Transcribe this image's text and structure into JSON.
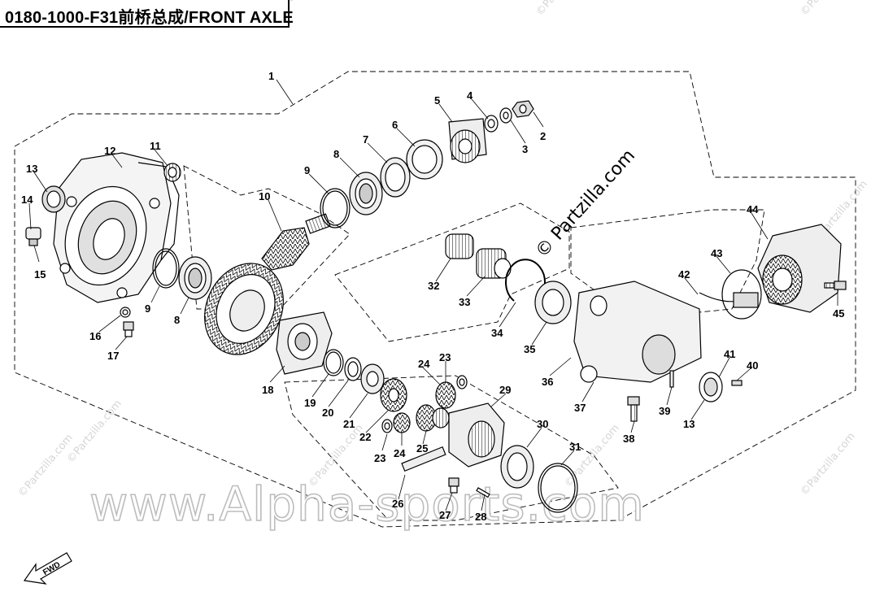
{
  "title": "0180-1000-F31前桥总成/FRONT AXLE",
  "watermark_main": "www.Alpha-sports.com",
  "watermark_partzilla": "© Partzilla.com",
  "watermark_corner": "©Partzilla.com",
  "fwd_label": "FWD",
  "parts": [
    {
      "id": "label-1",
      "num": "1"
    },
    {
      "id": "label-2",
      "num": "2"
    },
    {
      "id": "label-3",
      "num": "3"
    },
    {
      "id": "label-4",
      "num": "4"
    },
    {
      "id": "label-5",
      "num": "5"
    },
    {
      "id": "label-6",
      "num": "6"
    },
    {
      "id": "label-7",
      "num": "7"
    },
    {
      "id": "label-8a",
      "num": "8"
    },
    {
      "id": "label-8b",
      "num": "8"
    },
    {
      "id": "label-9a",
      "num": "9"
    },
    {
      "id": "label-9b",
      "num": "9"
    },
    {
      "id": "label-10",
      "num": "10"
    },
    {
      "id": "label-11",
      "num": "11"
    },
    {
      "id": "label-12",
      "num": "12"
    },
    {
      "id": "label-13a",
      "num": "13"
    },
    {
      "id": "label-13b",
      "num": "13"
    },
    {
      "id": "label-14",
      "num": "14"
    },
    {
      "id": "label-15",
      "num": "15"
    },
    {
      "id": "label-16",
      "num": "16"
    },
    {
      "id": "label-17",
      "num": "17"
    },
    {
      "id": "label-18",
      "num": "18"
    },
    {
      "id": "label-19",
      "num": "19"
    },
    {
      "id": "label-20",
      "num": "20"
    },
    {
      "id": "label-21",
      "num": "21"
    },
    {
      "id": "label-22",
      "num": "22"
    },
    {
      "id": "label-23a",
      "num": "23"
    },
    {
      "id": "label-23b",
      "num": "23"
    },
    {
      "id": "label-24a",
      "num": "24"
    },
    {
      "id": "label-24b",
      "num": "24"
    },
    {
      "id": "label-25",
      "num": "25"
    },
    {
      "id": "label-26",
      "num": "26"
    },
    {
      "id": "label-27",
      "num": "27"
    },
    {
      "id": "label-28",
      "num": "28"
    },
    {
      "id": "label-29",
      "num": "29"
    },
    {
      "id": "label-30",
      "num": "30"
    },
    {
      "id": "label-31",
      "num": "31"
    },
    {
      "id": "label-32",
      "num": "32"
    },
    {
      "id": "label-33",
      "num": "33"
    },
    {
      "id": "label-34",
      "num": "34"
    },
    {
      "id": "label-35",
      "num": "35"
    },
    {
      "id": "label-36",
      "num": "36"
    },
    {
      "id": "label-37",
      "num": "37"
    },
    {
      "id": "label-38",
      "num": "38"
    },
    {
      "id": "label-39",
      "num": "39"
    },
    {
      "id": "label-40",
      "num": "40"
    },
    {
      "id": "label-41",
      "num": "41"
    },
    {
      "id": "label-42",
      "num": "42"
    },
    {
      "id": "label-43",
      "num": "43"
    },
    {
      "id": "label-44",
      "num": "44"
    },
    {
      "id": "label-45",
      "num": "45"
    }
  ]
}
